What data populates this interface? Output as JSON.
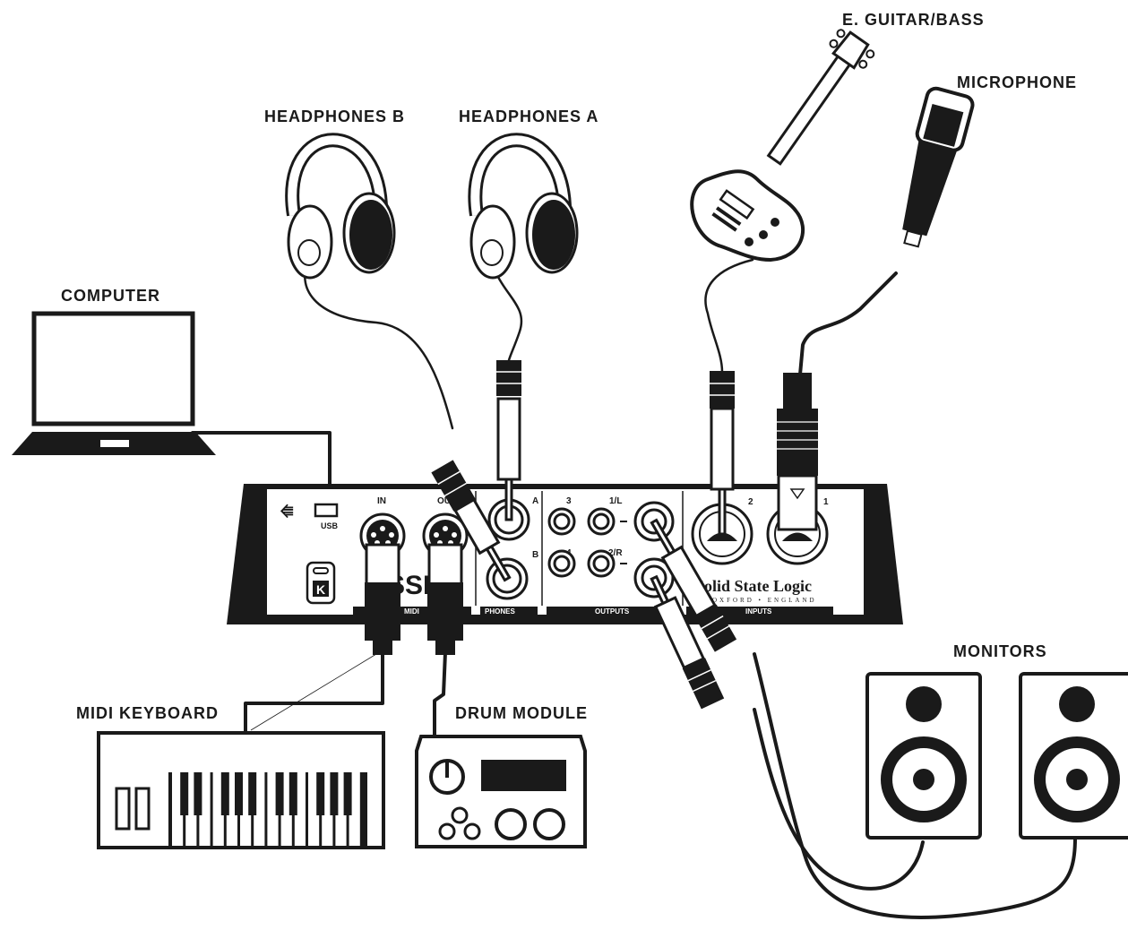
{
  "labels": {
    "computer": "COMPUTER",
    "headphones_b": "HEADPHONES B",
    "headphones_a": "HEADPHONES A",
    "guitar": "E. GUITAR/BASS",
    "microphone": "MICROPHONE",
    "monitors": "MONITORS",
    "midi_keyboard": "MIDI KEYBOARD",
    "drum_module": "DRUM MODULE"
  },
  "panel": {
    "usb": "USB",
    "midi_in": "IN",
    "midi_out": "OUT",
    "phones_a": "A",
    "phones_b": "B",
    "out_3": "3",
    "out_4": "4",
    "out_1l": "1/L",
    "out_2r": "2/R",
    "input_2": "2",
    "input_1": "1",
    "section_midi": "MIDI",
    "section_phones": "PHONES",
    "section_outputs": "OUTPUTS",
    "section_inputs": "INPUTS",
    "brand": "Solid State Logic",
    "brand_sub": "OXFORD • ENGLAND",
    "logo": "SSL"
  },
  "colors": {
    "ink": "#1a1a1a",
    "paper": "#ffffff"
  }
}
